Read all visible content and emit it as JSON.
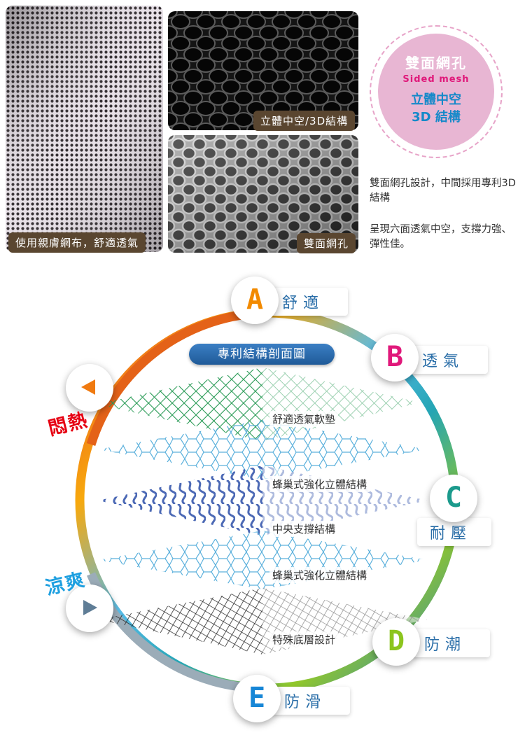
{
  "photos": {
    "left_caption": "使用親膚網布，舒適透氣",
    "top_right_caption": "立體中空/3D結構",
    "bottom_right_caption": "雙面網孔"
  },
  "badge": {
    "title": "雙面網孔",
    "subtitle_en": "Sided mesh",
    "line1": "立體中空",
    "line2": "3D 結構",
    "colors": {
      "fill": "#e8b6d3",
      "english": "#e0187a",
      "blue": "#1589c9"
    }
  },
  "description": {
    "paragraph1": "雙面網孔設計，中間採用專利3D結構",
    "paragraph2": "呈現六面透氣中空，支撐力強、彈性佳。"
  },
  "cycle": {
    "nodes": [
      {
        "letter": "A",
        "label": "舒適",
        "color": "#f28a00"
      },
      {
        "letter": "B",
        "label": "透氣",
        "color": "#e0187a"
      },
      {
        "letter": "C",
        "label": "耐壓",
        "color": "#1b9a8c"
      },
      {
        "letter": "D",
        "label": "防潮",
        "color": "#8cc51e"
      },
      {
        "letter": "E",
        "label": "防滑",
        "color": "#1786d6"
      }
    ],
    "heat_label": "悶熱",
    "cool_label": "涼爽",
    "heat_icon": "play-left-icon",
    "cool_icon": "play-right-icon"
  },
  "diagram": {
    "title": "專利結構剖面圖",
    "layers": [
      "舒適透氣軟墊",
      "蜂巢式強化立體結構",
      "中央支撐結構",
      "蜂巢式強化立體結構",
      "特殊底層設計"
    ]
  }
}
